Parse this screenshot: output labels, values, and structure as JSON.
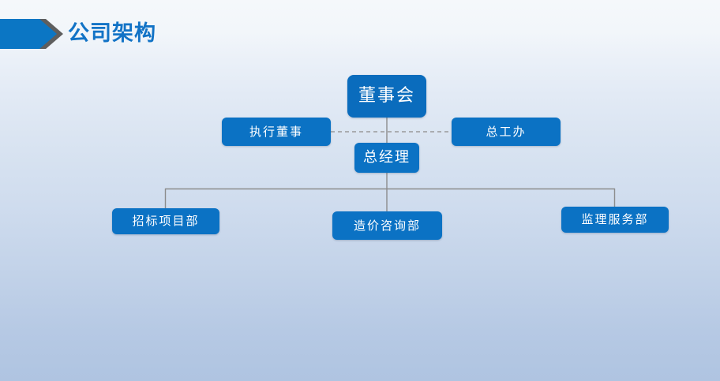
{
  "header": {
    "title": "公司架构",
    "chevron_icon": "chevron-right-banner-icon",
    "title_color": "#1273c6",
    "chevron_color": "#0b76c4",
    "chevron_shadow_color": "#5e5e5e"
  },
  "theme": {
    "node_fill": "#0b72c4",
    "node_fill_root": "#0a6cbd",
    "node_text": "#ffffff",
    "connector_color": "#8c8c8c",
    "background_top": "#f5f8fb",
    "background_bottom": "#afc4e1"
  },
  "chart_data": {
    "type": "diagram",
    "title": "公司架构",
    "nodes": [
      {
        "id": "board",
        "label": "董事会",
        "level": 0
      },
      {
        "id": "exec",
        "label": "执行董事",
        "level": 1
      },
      {
        "id": "chief",
        "label": "总工办",
        "level": 1
      },
      {
        "id": "gm",
        "label": "总经理",
        "level": 2
      },
      {
        "id": "bid",
        "label": "招标项目部",
        "level": 3
      },
      {
        "id": "cost",
        "label": "造价咨询部",
        "level": 3
      },
      {
        "id": "super",
        "label": "监理服务部",
        "level": 3
      }
    ],
    "edges": [
      {
        "from": "board",
        "to": "gm",
        "style": "solid"
      },
      {
        "from": "exec",
        "to": "chief",
        "style": "dashed"
      },
      {
        "from": "gm",
        "to": "bid",
        "style": "solid"
      },
      {
        "from": "gm",
        "to": "cost",
        "style": "solid"
      },
      {
        "from": "gm",
        "to": "super",
        "style": "solid"
      }
    ]
  }
}
